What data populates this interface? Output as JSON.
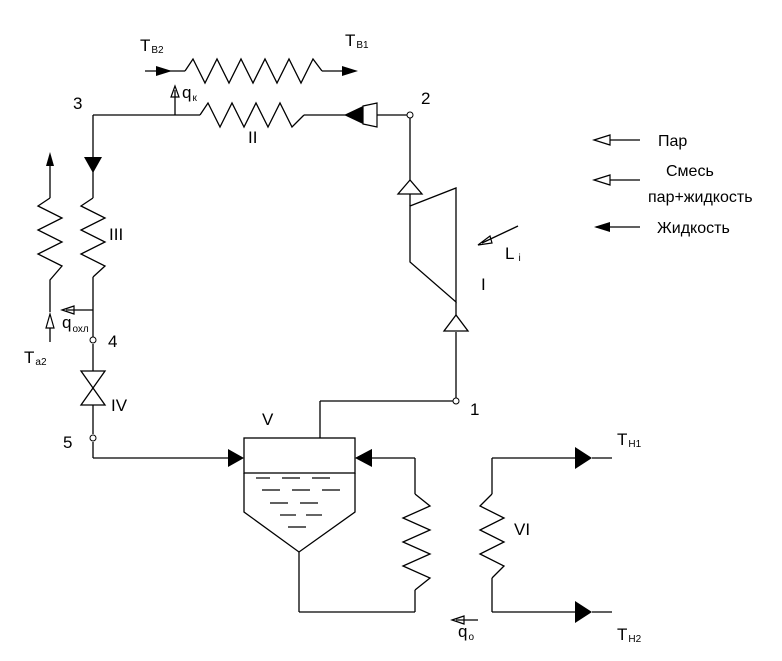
{
  "temps": {
    "tv2": {
      "main": "T",
      "sub": "B2"
    },
    "tv1": {
      "main": "T",
      "sub": "B1"
    },
    "ta2": {
      "main": "T",
      "sub": "a2"
    },
    "tn1": {
      "main": "T",
      "sub": "H1"
    },
    "tn2": {
      "main": "T",
      "sub": "H2"
    }
  },
  "heat": {
    "qk": {
      "main": "q",
      "sub": "к"
    },
    "qohl": {
      "main": "q",
      "sub": "охл"
    },
    "qo": {
      "main": "q",
      "sub": "о"
    },
    "li": {
      "main": "L",
      "sub": "i"
    }
  },
  "points": {
    "p1": "1",
    "p2": "2",
    "p3": "3",
    "p4": "4",
    "p5": "5"
  },
  "components": {
    "c1": "I",
    "c2": "II",
    "c3": "III",
    "c4": "IV",
    "c5": "V",
    "c6": "VI"
  },
  "legend": {
    "vapor": "Пар",
    "mixture_line1": "Смесь",
    "mixture_line2": "пар+жидкость",
    "liquid": "Жидкость"
  }
}
